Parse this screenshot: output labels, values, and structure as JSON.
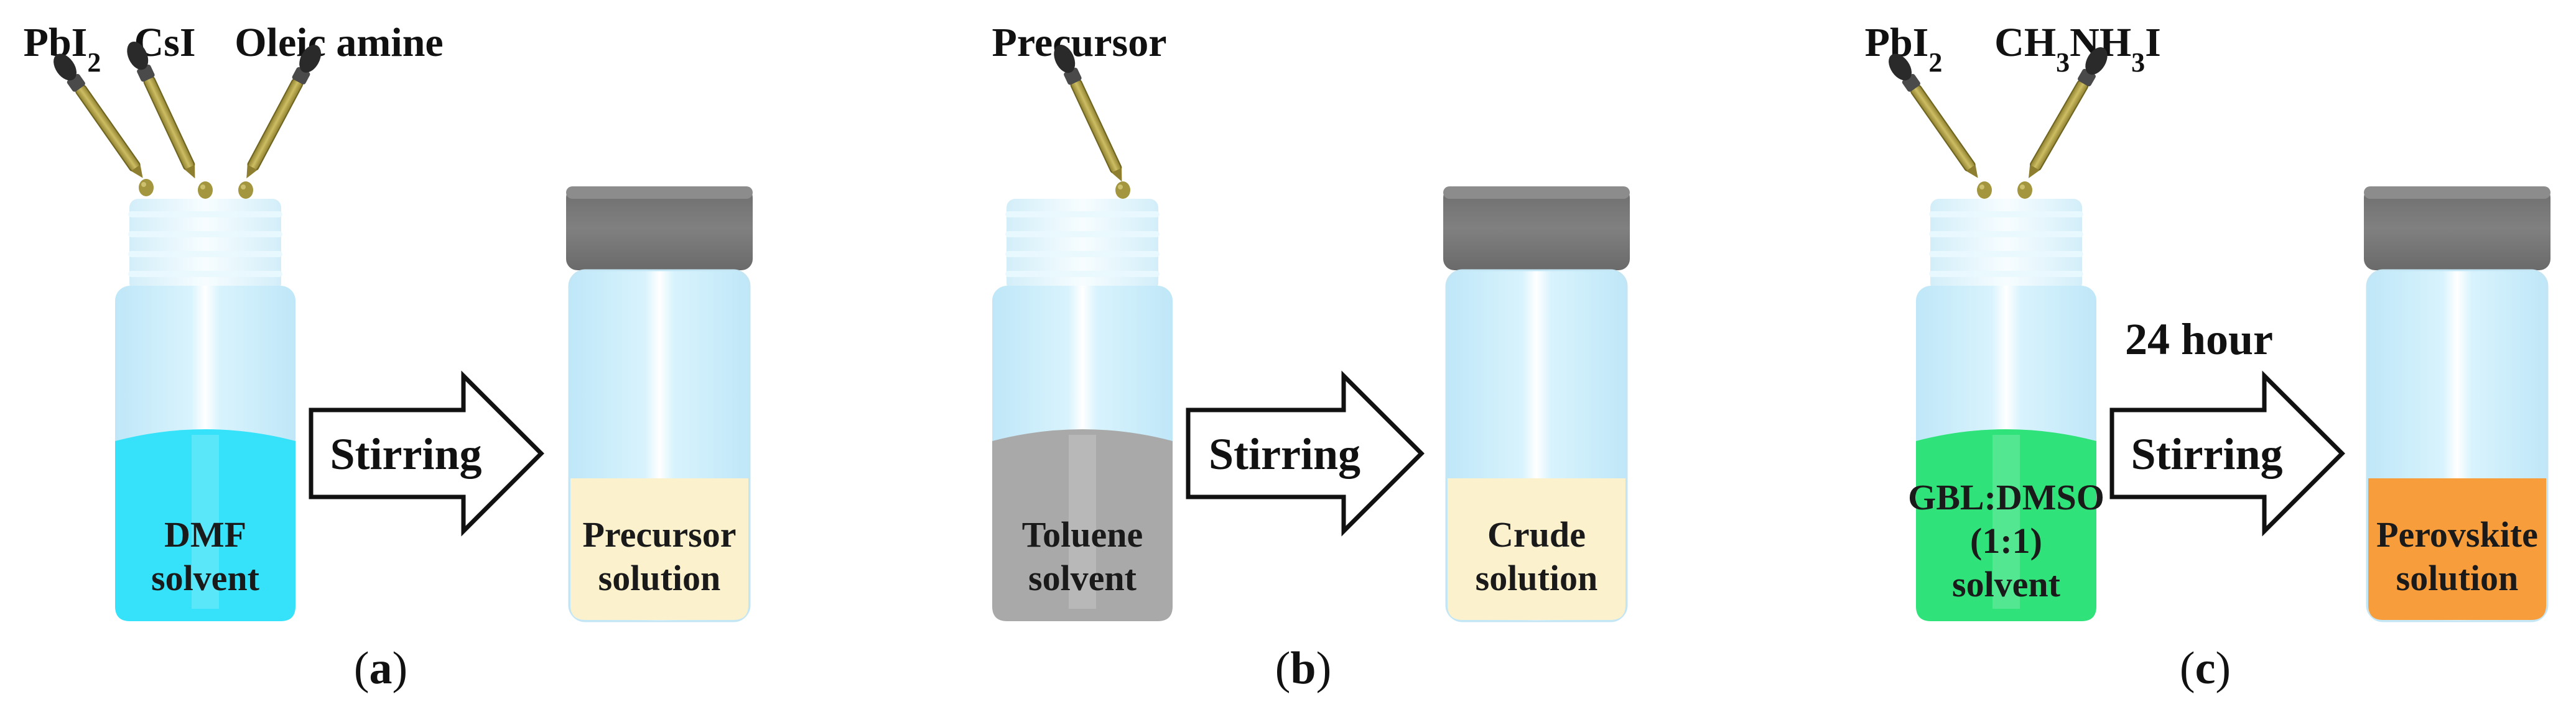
{
  "panels": [
    {
      "id": "a",
      "reagents": [
        {
          "base": "PbI",
          "sub": "2",
          "rest": ""
        },
        {
          "base": "CsI",
          "sub": "",
          "rest": ""
        },
        {
          "base": "Oleic amine",
          "sub": "",
          "rest": ""
        }
      ],
      "open_vial": {
        "liquid_color": "#36e2f9",
        "lines": [
          "DMF",
          "solvent"
        ]
      },
      "arrow": {
        "label": "Stirring",
        "top_label": ""
      },
      "closed_vial": {
        "liquid_color": "#fbf2cd",
        "lines": [
          "Precursor",
          "solution"
        ]
      },
      "caption": "a"
    },
    {
      "id": "b",
      "reagents": [
        {
          "base": "Precursor",
          "sub": "",
          "rest": ""
        }
      ],
      "open_vial": {
        "liquid_color": "#a9a9a9",
        "lines": [
          "Toluene",
          "solvent"
        ]
      },
      "arrow": {
        "label": "Stirring",
        "top_label": ""
      },
      "closed_vial": {
        "liquid_color": "#fbf2cd",
        "lines": [
          "Crude",
          "solution"
        ]
      },
      "caption": "b"
    },
    {
      "id": "c",
      "reagents": [
        {
          "base": "PbI",
          "sub": "2",
          "rest": ""
        },
        {
          "base": "CH",
          "sub": "3",
          "rest": "NH",
          "sub2": "3",
          "rest2": "I"
        }
      ],
      "open_vial": {
        "liquid_color": "#2fe27a",
        "lines": [
          "GBL:DMSO",
          "(1:1)",
          "solvent"
        ]
      },
      "arrow": {
        "label": "Stirring",
        "top_label": "24 hour"
      },
      "closed_vial": {
        "liquid_color": "#f79d3c",
        "lines": [
          "Perovskite",
          "solution"
        ]
      },
      "caption": "c"
    }
  ],
  "colors": {
    "glass": "#d6f1fc",
    "glass_highlight": "#f4fcff",
    "cap": "#7b7b7b",
    "pipette_bulb": "#2a2a2a",
    "pipette_tube": "#b6a54a",
    "droplet": "#a3963f",
    "arrow_fill": "#ffffff",
    "arrow_stroke": "#111111"
  }
}
